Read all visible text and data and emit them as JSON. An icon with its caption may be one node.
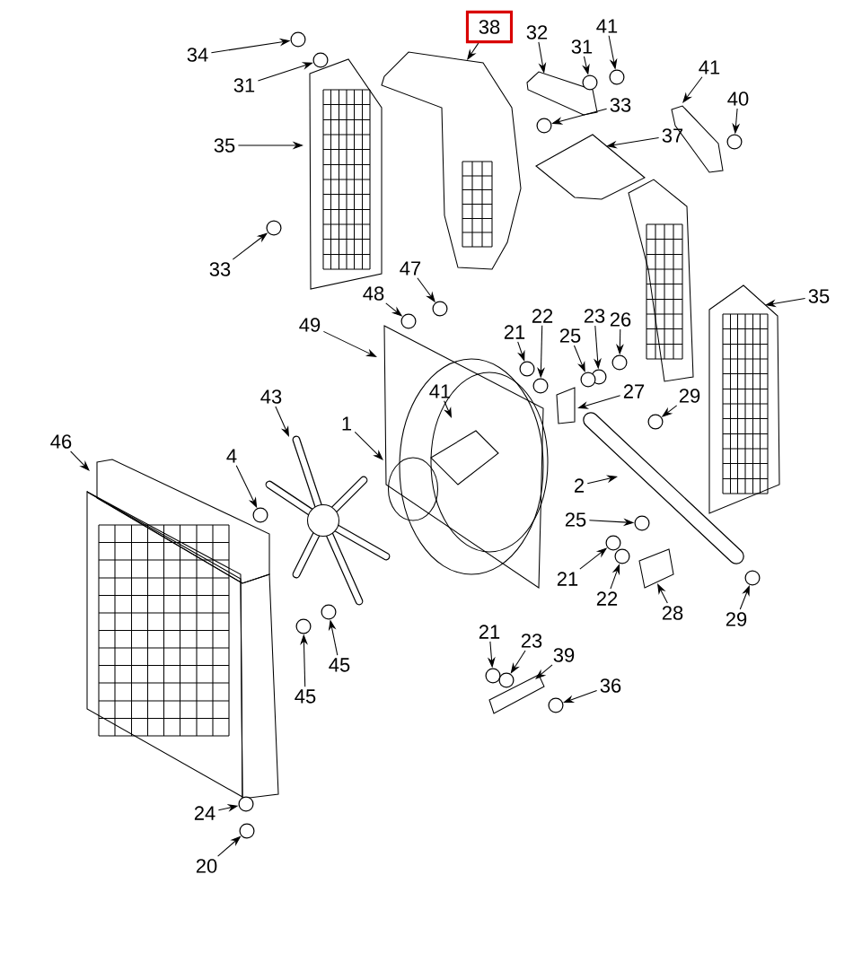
{
  "diagram": {
    "nodes": [
      {
        "text": [
          "34"
        ]
      },
      {
        "text": [
          "31"
        ]
      },
      {
        "text": [
          "38"
        ]
      },
      {
        "text": [
          "32"
        ]
      },
      {
        "text": [
          "31"
        ]
      },
      {
        "text": [
          "41"
        ]
      },
      {
        "text": [
          "41"
        ]
      },
      {
        "text": [
          "40"
        ]
      },
      {
        "text": [
          "33"
        ]
      },
      {
        "text": [
          "35"
        ]
      },
      {
        "text": [
          "37"
        ]
      },
      {
        "text": [
          "33"
        ]
      },
      {
        "text": [
          "47"
        ]
      },
      {
        "text": [
          "48"
        ]
      },
      {
        "text": [
          "35"
        ]
      },
      {
        "text": [
          "49"
        ]
      },
      {
        "text": [
          "21"
        ]
      },
      {
        "text": [
          "22"
        ]
      },
      {
        "text": [
          "23"
        ]
      },
      {
        "text": [
          "26"
        ]
      },
      {
        "text": [
          "25"
        ]
      },
      {
        "text": [
          "27"
        ]
      },
      {
        "text": [
          "41"
        ]
      },
      {
        "text": [
          "43"
        ]
      },
      {
        "text": [
          "1"
        ]
      },
      {
        "text": [
          "29"
        ]
      },
      {
        "text": [
          "46"
        ]
      },
      {
        "text": [
          "4"
        ]
      },
      {
        "text": [
          "2"
        ]
      },
      {
        "text": [
          "25"
        ]
      },
      {
        "text": [
          "21"
        ]
      },
      {
        "text": [
          "22"
        ]
      },
      {
        "text": [
          "28"
        ]
      },
      {
        "text": [
          "29"
        ]
      },
      {
        "text": [
          "45"
        ]
      },
      {
        "text": [
          "45"
        ]
      },
      {
        "text": [
          "21"
        ]
      },
      {
        "text": [
          "23"
        ]
      },
      {
        "text": [
          "39"
        ]
      },
      {
        "text": [
          "36"
        ]
      },
      {
        "text": [
          "24"
        ]
      },
      {
        "text": [
          "20"
        ]
      },
      {
        "text": [],
        "shape": "circle"
      },
      {
        "text": [],
        "shape": "circle"
      },
      {
        "text": [],
        "shape": "circle"
      },
      {
        "text": [],
        "shape": "circle"
      },
      {
        "text": [],
        "shape": "circle"
      },
      {
        "text": [],
        "shape": "circle"
      },
      {
        "text": [],
        "shape": "circle"
      },
      {
        "text": [],
        "shape": "circle"
      },
      {
        "text": [],
        "shape": "circle"
      },
      {
        "text": [],
        "shape": "circle"
      },
      {
        "text": [],
        "shape": "circle"
      },
      {
        "text": [],
        "shape": "circle"
      },
      {
        "text": [],
        "shape": "circle"
      },
      {
        "text": [],
        "shape": "circle"
      },
      {
        "text": [],
        "shape": "circle"
      },
      {
        "text": [],
        "shape": "circle"
      },
      {
        "text": [],
        "shape": "circle"
      },
      {
        "text": [],
        "shape": "circle"
      },
      {
        "text": [],
        "shape": "circle"
      },
      {
        "text": [],
        "shape": "circle"
      },
      {
        "text": [],
        "shape": "circle"
      },
      {
        "text": [],
        "shape": "circle"
      },
      {
        "text": [],
        "shape": "circle"
      },
      {
        "text": [],
        "shape": "circle"
      },
      {
        "text": [],
        "shape": "circle"
      },
      {
        "text": [],
        "shape": "circle"
      },
      {
        "text": [],
        "shape": "circle"
      }
    ],
    "edges": [
      {
        "from": 0,
        "to": 42,
        "arrow": "to"
      },
      {
        "from": 1,
        "to": 43,
        "arrow": "to"
      },
      {
        "from": 2,
        "to": null,
        "arrow": "to"
      },
      {
        "from": 3,
        "to": null,
        "arrow": "to"
      },
      {
        "from": 4,
        "to": 44,
        "arrow": "to"
      },
      {
        "from": 5,
        "to": 45,
        "arrow": "to"
      },
      {
        "from": 6,
        "to": null,
        "arrow": "to"
      },
      {
        "from": 7,
        "to": 46,
        "arrow": "to"
      },
      {
        "from": 8,
        "to": 47,
        "arrow": "to"
      },
      {
        "from": 9,
        "to": null,
        "arrow": "to"
      },
      {
        "from": 10,
        "to": null,
        "arrow": "to"
      },
      {
        "from": 11,
        "to": 48,
        "arrow": "to"
      },
      {
        "from": 12,
        "to": 49,
        "arrow": "to"
      },
      {
        "from": 13,
        "to": 50,
        "arrow": "to"
      },
      {
        "from": 14,
        "to": null,
        "arrow": "to"
      },
      {
        "from": 15,
        "to": null,
        "arrow": "to"
      },
      {
        "from": 16,
        "to": 51,
        "arrow": "to"
      },
      {
        "from": 17,
        "to": 52,
        "arrow": "to"
      },
      {
        "from": 18,
        "to": 53,
        "arrow": "to"
      },
      {
        "from": 19,
        "to": 54,
        "arrow": "to"
      },
      {
        "from": 20,
        "to": 55,
        "arrow": "to"
      },
      {
        "from": 21,
        "to": null,
        "arrow": "to"
      },
      {
        "from": 22,
        "to": null,
        "arrow": "to"
      },
      {
        "from": 23,
        "to": null,
        "arrow": "to"
      },
      {
        "from": 24,
        "to": null,
        "arrow": "to"
      },
      {
        "from": 25,
        "to": 56,
        "arrow": "to"
      },
      {
        "from": 26,
        "to": null,
        "arrow": "to"
      },
      {
        "from": 27,
        "to": 57,
        "arrow": "to"
      },
      {
        "from": 28,
        "to": null,
        "arrow": "to"
      },
      {
        "from": 29,
        "to": 58,
        "arrow": "to"
      },
      {
        "from": 30,
        "to": 59,
        "arrow": "to"
      },
      {
        "from": 31,
        "to": 60,
        "arrow": "to"
      },
      {
        "from": 32,
        "to": null,
        "arrow": "to"
      },
      {
        "from": 33,
        "to": 61,
        "arrow": "to"
      },
      {
        "from": 34,
        "to": 62,
        "arrow": "to"
      },
      {
        "from": 35,
        "to": 63,
        "arrow": "to"
      },
      {
        "from": 36,
        "to": 64,
        "arrow": "to"
      },
      {
        "from": 37,
        "to": 65,
        "arrow": "to"
      },
      {
        "from": 38,
        "to": null,
        "arrow": "to"
      },
      {
        "from": 39,
        "to": 66,
        "arrow": "to"
      },
      {
        "from": 40,
        "to": 67,
        "arrow": "to"
      },
      {
        "from": 41,
        "to": 68,
        "arrow": "to"
      }
    ]
  }
}
